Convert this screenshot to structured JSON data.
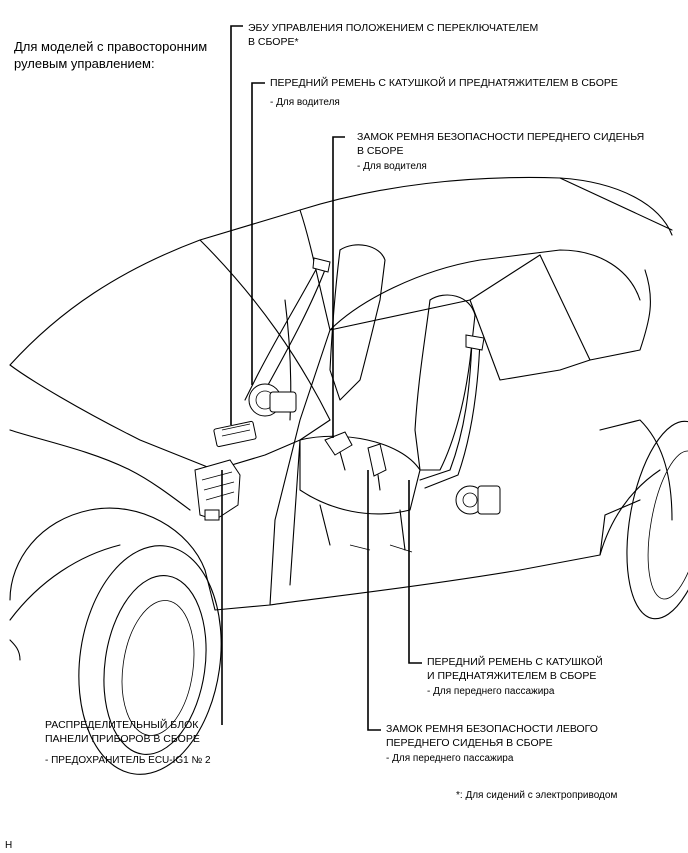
{
  "header": {
    "model_note_line1": "Для моделей с правосторонним",
    "model_note_line2": "рулевым управлением:"
  },
  "callouts": {
    "ecu_seat": {
      "line1": "ЭБУ УПРАВЛЕНИЯ ПОЛОЖЕНИЕМ С ПЕРЕКЛЮЧАТЕЛЕМ",
      "line2": "В СБОРЕ*"
    },
    "front_belt_driver": {
      "line1": "ПЕРЕДНИЙ РЕМЕНЬ С КАТУШКОЙ И ПРЕДНАТЯЖИТЕЛЕМ В СБОРЕ",
      "note": "- Для водителя"
    },
    "buckle_driver": {
      "line1": "ЗАМОК РЕМНЯ БЕЗОПАСНОСТИ ПЕРЕДНЕГО СИДЕНЬЯ",
      "line2": "В СБОРЕ",
      "note": "- Для водителя"
    },
    "front_belt_passenger": {
      "line1": "ПЕРЕДНИЙ РЕМЕНЬ С КАТУШКОЙ",
      "line2": "И ПРЕДНАТЯЖИТЕЛЕМ В СБОРЕ",
      "note": "- Для переднего пассажира"
    },
    "buckle_passenger": {
      "line1": "ЗАМОК РЕМНЯ БЕЗОПАСНОСТИ ЛЕВОГО",
      "line2": "ПЕРЕДНЕГО СИДЕНЬЯ В СБОРЕ",
      "note": "- Для переднего пассажира"
    },
    "junction_block": {
      "line1": "РАСПРЕДЕЛИТЕЛЬНЫЙ БЛОК",
      "line2": "ПАНЕЛИ ПРИБОРОВ В СБОРЕ",
      "note": "- ПРЕДОХРАНИТЕЛЬ ECU-IG1 № 2"
    }
  },
  "footnote": "*: Для сидений с электроприводом",
  "corner_mark": "H"
}
